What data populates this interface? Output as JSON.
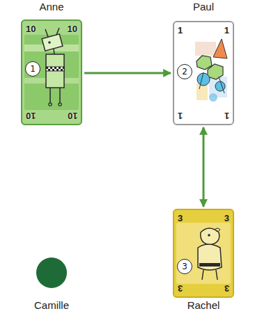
{
  "diagram": {
    "nodes": [
      {
        "text": [
          "10",
          "10",
          "10",
          "10"
        ]
      },
      {
        "text": [
          "1"
        ],
        "in": 0
      },
      {
        "text": [
          "1",
          "1",
          "1",
          "1"
        ]
      },
      {
        "text": [
          "2"
        ],
        "in": 2
      },
      {
        "text": [
          "3",
          "3",
          "3",
          "3"
        ]
      },
      {
        "text": [
          "3"
        ],
        "in": 4
      }
    ],
    "edges": [
      {
        "from": 0,
        "to": 2,
        "arrow": "to"
      },
      {
        "from": 2,
        "to": 4,
        "arrow": "both"
      }
    ],
    "labels": [
      "Anne",
      "Paul",
      "Camille",
      "Rachel"
    ]
  }
}
